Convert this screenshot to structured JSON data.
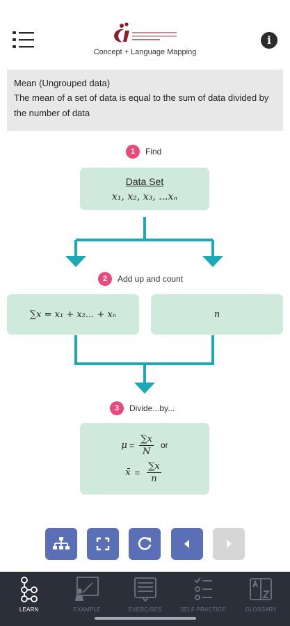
{
  "header": {
    "subtitle": "Concept + Language Mapping",
    "info_glyph": "i"
  },
  "definition": {
    "title": "Mean (Ungrouped data)",
    "text": "The mean of a set of data is equal to the sum of data divided by the number of data"
  },
  "steps": [
    {
      "number": "1",
      "label": "Find"
    },
    {
      "number": "2",
      "label": "Add up and count"
    },
    {
      "number": "3",
      "label": "Divide...by..."
    }
  ],
  "dataset": {
    "title": "Data Set",
    "formula": "x₁, x₂, x₃, ...xₙ"
  },
  "sum_box": {
    "formula": "∑x = x₁ + x₂... + xₙ"
  },
  "count_box": {
    "formula": "n"
  },
  "divide_box": {
    "mu": "μ",
    "equals": "=",
    "sum_x": "∑x",
    "cap_n": "N",
    "or": "or",
    "xbar": "x̄",
    "small_n": "n"
  },
  "toolbar": {
    "buttons": [
      "sitemap-icon",
      "fullscreen-icon",
      "refresh-icon",
      "previous-icon",
      "next-icon"
    ]
  },
  "nav": {
    "items": [
      {
        "label": "LEARN",
        "icon": "flowchart-icon",
        "active": true
      },
      {
        "label": "EXAMPLE",
        "icon": "presentation-icon",
        "active": false
      },
      {
        "label": "EXERCISES",
        "icon": "exercise-book-icon",
        "active": false
      },
      {
        "label": "SELF PRACTICE",
        "icon": "checklist-icon",
        "active": false
      },
      {
        "label": "GLOSSARY",
        "icon": "dictionary-icon",
        "active": false
      }
    ]
  },
  "colors": {
    "mint": "#cfe9dd",
    "teal_arrow": "#1aa9b5",
    "step_badge": "#e84a7a",
    "toolbar": "#5a6fb5",
    "nav_bg": "#2a2f3a"
  }
}
